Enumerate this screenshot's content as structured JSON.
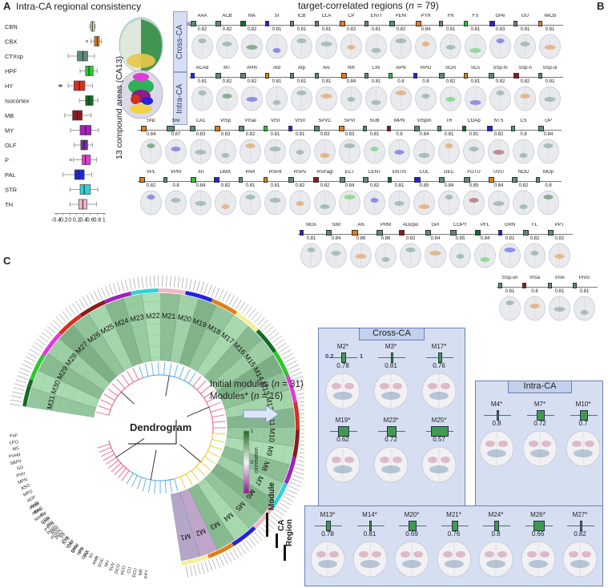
{
  "panel_a": {
    "letter": "A",
    "title": "Intra-CA regional consistency",
    "side_label": "13 compound areas (CA13)",
    "chart_data": {
      "type": "box",
      "categories": [
        "CBN",
        "CBX",
        "CTXsp",
        "HPF",
        "HY",
        "Isocortex",
        "MB",
        "MY",
        "OLF",
        "P",
        "PAL",
        "STR",
        "TH"
      ],
      "colors": [
        "#f3ef9b",
        "#e07f16",
        "#5c8a80",
        "#2ec72e",
        "#d63021",
        "#136b23",
        "#8b1c1c",
        "#a022b8",
        "#6f2f9c",
        "#e33ad6",
        "#2323e0",
        "#2fd3d3",
        "#f0b7c4"
      ],
      "stats": [
        {
          "q1": 0.62,
          "med": 0.66,
          "q3": 0.72,
          "lo": 0.58,
          "hi": 0.74,
          "out": []
        },
        {
          "q1": 0.72,
          "med": 0.8,
          "q3": 0.86,
          "lo": 0.62,
          "hi": 0.92,
          "out": [
            0.5
          ]
        },
        {
          "q1": 0.22,
          "med": 0.38,
          "q3": 0.52,
          "lo": -0.05,
          "hi": 0.72,
          "out": []
        },
        {
          "q1": 0.46,
          "med": 0.56,
          "q3": 0.68,
          "lo": 0.3,
          "hi": 0.8,
          "out": []
        },
        {
          "q1": 0.12,
          "med": 0.28,
          "q3": 0.44,
          "lo": -0.05,
          "hi": 0.66,
          "out": [
            -0.28,
            -0.3,
            -0.25
          ]
        },
        {
          "q1": 0.46,
          "med": 0.56,
          "q3": 0.68,
          "lo": 0.28,
          "hi": 0.82,
          "out": []
        },
        {
          "q1": 0.08,
          "med": 0.22,
          "q3": 0.36,
          "lo": -0.15,
          "hi": 0.62,
          "out": []
        },
        {
          "q1": 0.3,
          "med": 0.46,
          "q3": 0.62,
          "lo": 0.02,
          "hi": 0.84,
          "out": []
        },
        {
          "q1": 0.32,
          "med": 0.42,
          "q3": 0.52,
          "lo": 0.12,
          "hi": 0.66,
          "out": []
        },
        {
          "q1": 0.36,
          "med": 0.46,
          "q3": 0.6,
          "lo": 0.1,
          "hi": 0.78,
          "out": [
            0.02
          ]
        },
        {
          "q1": 0.14,
          "med": 0.26,
          "q3": 0.42,
          "lo": -0.2,
          "hi": 0.64,
          "out": []
        },
        {
          "q1": 0.3,
          "med": 0.42,
          "q3": 0.6,
          "lo": 0.0,
          "hi": 0.82,
          "out": []
        },
        {
          "q1": 0.26,
          "med": 0.38,
          "q3": 0.5,
          "lo": 0.0,
          "hi": 0.78,
          "out": []
        }
      ],
      "xticks": [
        "-0.4",
        "-0.2",
        "0",
        "0.2",
        "0.4",
        "0.6",
        "0.8",
        "1"
      ],
      "xlim": [
        -0.45,
        1.05
      ]
    }
  },
  "panel_b": {
    "letter": "B",
    "title": "target-correlated regions (",
    "title_n": "n",
    "title_tail": " = 79)",
    "cross_ca": "Cross-CA",
    "intra_ca": "Intra-CA",
    "scale_lo": "0.8",
    "scale_hi": "1",
    "rows": [
      [
        [
          "AAA",
          "0.82"
        ],
        [
          "ACB",
          "0.82"
        ],
        [
          "MA",
          "0.82"
        ],
        [
          "SI",
          "0.81"
        ],
        [
          "ICB",
          "0.81"
        ],
        [
          "CLA",
          "0.81"
        ],
        [
          "CP",
          "0.82"
        ],
        [
          "ENTI",
          "0.81"
        ],
        [
          "PERI",
          "0.82"
        ],
        [
          "PYR",
          "0.84"
        ],
        [
          "FN",
          "0.81"
        ],
        [
          "FS",
          "0.81"
        ],
        [
          "GPe",
          "0.83"
        ],
        [
          "GU",
          "0.81"
        ],
        [
          "VeCB",
          "0.81"
        ]
      ],
      [
        [
          "ACAd",
          "0.81"
        ],
        [
          "MT",
          "0.82"
        ],
        [
          "AHN",
          "0.82"
        ],
        [
          "AId",
          "0.81"
        ],
        [
          "AIp",
          "0.81"
        ],
        [
          "AIv",
          "0.81"
        ],
        [
          "NR",
          "0.84"
        ],
        [
          "LIN",
          "0.81"
        ],
        [
          "APN",
          "0.8"
        ],
        [
          "RPO",
          "0.8"
        ],
        [
          "SCm",
          "0.82"
        ],
        [
          "SCs",
          "0.81"
        ],
        [
          "SSp-m",
          "0.82"
        ],
        [
          "SSp-n",
          "0.82"
        ],
        [
          "SSp-ul",
          "0.81"
        ]
      ],
      [
        [
          "SNc",
          "0.84"
        ],
        [
          "SNr",
          "0.87"
        ],
        [
          "CA1",
          "0.83"
        ],
        [
          "VISp",
          "0.83"
        ],
        [
          "VISal",
          "0.82"
        ],
        [
          "VISl",
          "0.81"
        ],
        [
          "VISrl",
          "0.81"
        ],
        [
          "SPVC",
          "0.83"
        ],
        [
          "SPVI",
          "0.83"
        ],
        [
          "SUB",
          "0.81"
        ],
        [
          "MPN",
          "0.8"
        ],
        [
          "VISpm",
          "0.84"
        ],
        [
          "TR",
          "0.81"
        ],
        [
          "COAp",
          "0.81"
        ],
        [
          "NTS",
          "0.82"
        ],
        [
          "CS",
          "0.8"
        ],
        [
          "OP",
          "0.84"
        ]
      ],
      [
        [
          "VPL",
          "0.82"
        ],
        [
          "VPM",
          "0.8"
        ],
        [
          "XII",
          "0.84"
        ],
        [
          "DMX",
          "0.82"
        ],
        [
          "PAR",
          "0.81"
        ],
        [
          "RSPd",
          "0.81"
        ],
        [
          "RSPv",
          "0.82"
        ],
        [
          "RSPagl",
          "0.82"
        ],
        [
          "ECT",
          "0.84"
        ],
        [
          "CENT",
          "0.82"
        ],
        [
          "ENTm",
          "0.81"
        ],
        [
          "CUL",
          "0.85"
        ],
        [
          "DEC",
          "0.84"
        ],
        [
          "FOTU",
          "0.85"
        ],
        [
          "UVU",
          "0.84"
        ],
        [
          "NOD",
          "0.82"
        ],
        [
          "MOp",
          "0.8"
        ]
      ],
      [
        [
          "MOs",
          "0.81"
        ],
        [
          "SIM",
          "0.84"
        ],
        [
          "AN",
          "0.86"
        ],
        [
          "PRM",
          "0.86"
        ],
        [
          "AUDpo",
          "0.82"
        ],
        [
          "GPi",
          "0.84"
        ],
        [
          "COPY",
          "0.85"
        ],
        [
          "PFL",
          "0.84"
        ],
        [
          "GRN",
          "0.81"
        ],
        [
          "FL",
          "0.82"
        ],
        [
          "PPT",
          "0.82"
        ]
      ],
      [
        [
          "SSp-un",
          "0.81"
        ],
        [
          "VISa",
          "0.8"
        ],
        [
          "VISli",
          "0.81"
        ],
        [
          "ProS",
          "0.81"
        ]
      ]
    ],
    "box_colors": [
      "#5c8a80",
      "#5c8a80",
      "#136b23",
      "#2323e0",
      "#5c8a80",
      "#5c8a80",
      "#e07f16",
      "#5c8a80",
      "#5c8a80",
      "#e07f16",
      "#5c8a80",
      "#2ec72e",
      "#2323e0",
      "#5c8a80",
      "#e07f16",
      "#5c8a80",
      "#8b1c1c"
    ]
  },
  "panel_c": {
    "letter": "C",
    "dendrogram_label": "Dendrogram",
    "initial_modules": "Initial modules (",
    "initial_n": "n",
    "initial_tail": " = 31)",
    "modules_star": "Modules* (",
    "modules_n": "n",
    "modules_tail": " = 16)",
    "colorbar_label": "correlation",
    "colorbar_hi": "1",
    "colorbar_mid": "0",
    "colorbar_lo": "-1",
    "axis_module": "Module",
    "axis_ca": "CA",
    "axis_region": "Region",
    "modules": [
      "M1",
      "M2",
      "M3",
      "M4",
      "M5",
      "M6",
      "M7",
      "M8",
      "M9",
      "M10",
      "M11",
      "M12",
      "M13",
      "M14",
      "M15",
      "M16",
      "M17",
      "M18",
      "M19",
      "M20",
      "M21",
      "M22",
      "M23",
      "M24",
      "M25",
      "M26",
      "M27",
      "M28",
      "M29",
      "M30",
      "M31"
    ],
    "region_labels_outer": [
      "PeF",
      "LPO",
      "MS",
      "PVHd",
      "SBPV",
      "SO",
      "PVH",
      "MPN",
      "ASO",
      "MPO",
      "ADP",
      "AHN",
      "BAC",
      "TU",
      "LHA",
      "PSTN",
      "ARH",
      "PMV",
      "PVa",
      "VMH",
      "DMH",
      "PH",
      "PVi"
    ],
    "region_labels_bottom": [
      "PRNr",
      "PRNc",
      "MARN",
      "GRN",
      "IRN",
      "PARN",
      "PGRN",
      "VII",
      "NTB",
      "LAV",
      "SPIV",
      "NTS",
      "DMX",
      "XII",
      "AMB",
      "SOC",
      "MV",
      "SUV",
      "DCO",
      "VCO",
      "CU",
      "ECU",
      "NR",
      "PPY"
    ],
    "cross_panel": {
      "title": "Cross-CA",
      "scale_lo": "0.2",
      "scale_hi": "1",
      "cells": [
        [
          "M2*",
          "0.78"
        ],
        [
          "M3*",
          "0.81"
        ],
        [
          "M17*",
          "0.76"
        ],
        [
          "M19*",
          "0.62"
        ],
        [
          "M23*",
          "0.72"
        ],
        [
          "M25*",
          "0.57"
        ]
      ]
    },
    "intra_panel": {
      "title": "Intra-CA",
      "cells_top": [
        [
          "M4*",
          "0.8"
        ],
        [
          "M7*",
          "0.72"
        ],
        [
          "M10*",
          "0.7"
        ]
      ],
      "cells_bottom": [
        [
          "M13*",
          "0.78"
        ],
        [
          "M14*",
          "0.81"
        ],
        [
          "M20*",
          "0.69"
        ],
        [
          "M21*",
          "0.76"
        ],
        [
          "M24*",
          "0.8"
        ],
        [
          "M26*",
          "0.66"
        ],
        [
          "M27*",
          "0.82"
        ]
      ]
    }
  }
}
